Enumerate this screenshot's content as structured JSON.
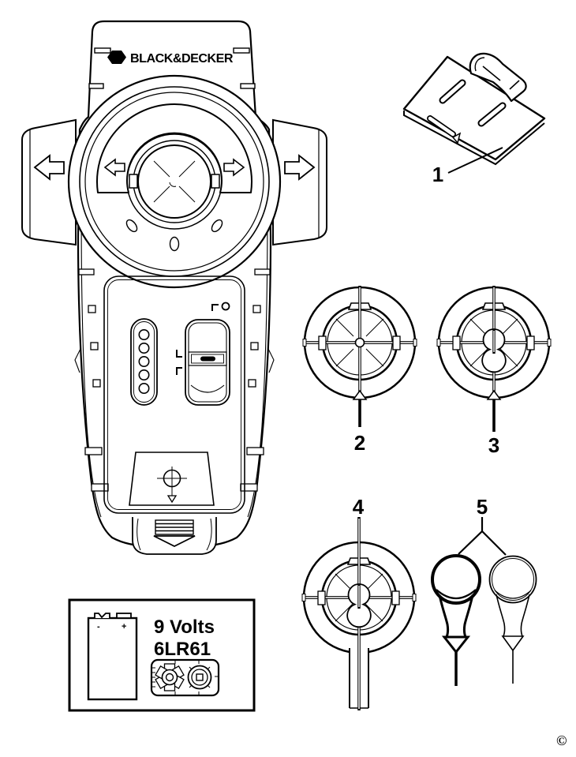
{
  "colors": {
    "ink": "#000000",
    "paper": "#ffffff"
  },
  "brand": {
    "logo": "BLACK&DECKER"
  },
  "parts": [
    {
      "label": "1"
    },
    {
      "label": "2"
    },
    {
      "label": "3"
    },
    {
      "label": "4"
    },
    {
      "label": "5"
    }
  ],
  "battery": {
    "voltage": "9 Volts",
    "code": "6LR61",
    "negative": "-",
    "positive": "+"
  },
  "copyright": "©"
}
